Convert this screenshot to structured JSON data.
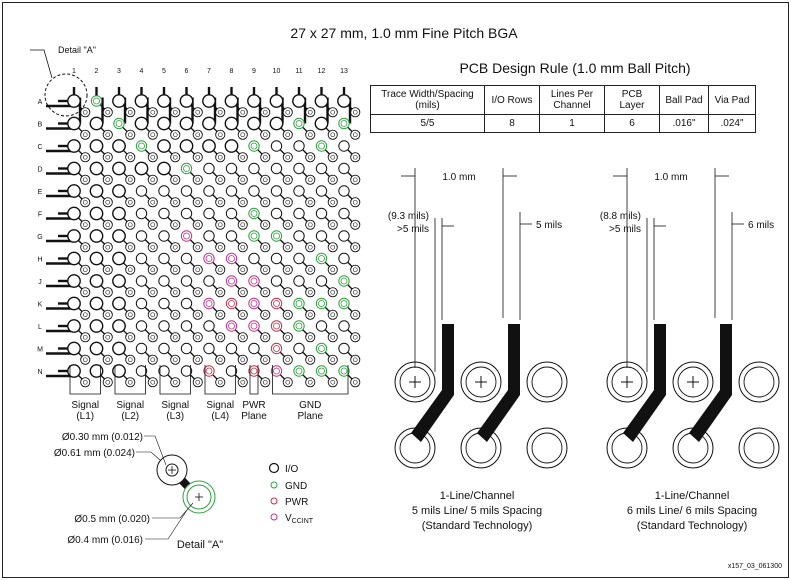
{
  "title": "27 x 27 mm, 1.0 mm Fine Pitch BGA",
  "detail_callout": "Detail \"A\"",
  "columns": [
    "1",
    "2",
    "3",
    "4",
    "5",
    "6",
    "7",
    "8",
    "9",
    "10",
    "11",
    "12",
    "13"
  ],
  "rows": [
    "A",
    "B",
    "C",
    "D",
    "E",
    "F",
    "G",
    "H",
    "J",
    "K",
    "L",
    "M",
    "N"
  ],
  "layer_labels": [
    {
      "line1": "Signal",
      "line2": "(L1)"
    },
    {
      "line1": "Signal",
      "line2": "(L2)"
    },
    {
      "line1": "Signal",
      "line2": "(L3)"
    },
    {
      "line1": "Signal",
      "line2": "(L4)"
    },
    {
      "line1": "PWR",
      "line2": "Plane"
    },
    {
      "line1": "GND",
      "line2": "Plane"
    }
  ],
  "design_rule": {
    "title": "PCB Design Rule (1.0 mm Ball Pitch)",
    "headers": [
      "Trace Width/Spacing (mils)",
      "I/O Rows",
      "Lines Per Channel",
      "PCB Layer",
      "Ball Pad",
      "Via Pad"
    ],
    "values": [
      "5/5",
      "8",
      "1",
      "6",
      ".016\"",
      ".024\""
    ]
  },
  "detail": {
    "dim_1": "Ø0.30 mm (0.012)",
    "dim_2": "Ø0.61 mm (0.024)",
    "dim_3": "Ø0.5 mm (0.020)",
    "dim_4": "Ø0.4 mm (0.016)",
    "label": "Detail \"A\""
  },
  "legend": [
    {
      "label": "I/O",
      "color": "#111111"
    },
    {
      "label": "GND",
      "color": "#2e9e3e"
    },
    {
      "label": "PWR",
      "color": "#c0304a"
    },
    {
      "label": "VCCINT",
      "base": "V",
      "sub": "CCINT",
      "color": "#c0308a"
    }
  ],
  "channel_left": {
    "pitch": "1.0 mm",
    "gap_line1": "(9.3 mils)",
    "gap_line2": ">5 mils",
    "trace": "5 mils",
    "caption_1": "1-Line/Channel",
    "caption_2": "5 mils Line/ 5 mils Spacing",
    "caption_3": "(Standard Technology)"
  },
  "channel_right": {
    "pitch": "1.0 mm",
    "gap_line1": "(8.8 mils)",
    "gap_line2": ">5 mils",
    "trace": "6 mils",
    "caption_1": "1-Line/Channel",
    "caption_2": "6 mils Line/ 6 mils Spacing",
    "caption_3": "(Standard Technology)"
  },
  "figure_id": "x157_03_061300",
  "colors": {
    "gnd": "#2e9e3e",
    "pwr": "#c0304a",
    "vccint": "#c0308a",
    "line": "#111111"
  }
}
